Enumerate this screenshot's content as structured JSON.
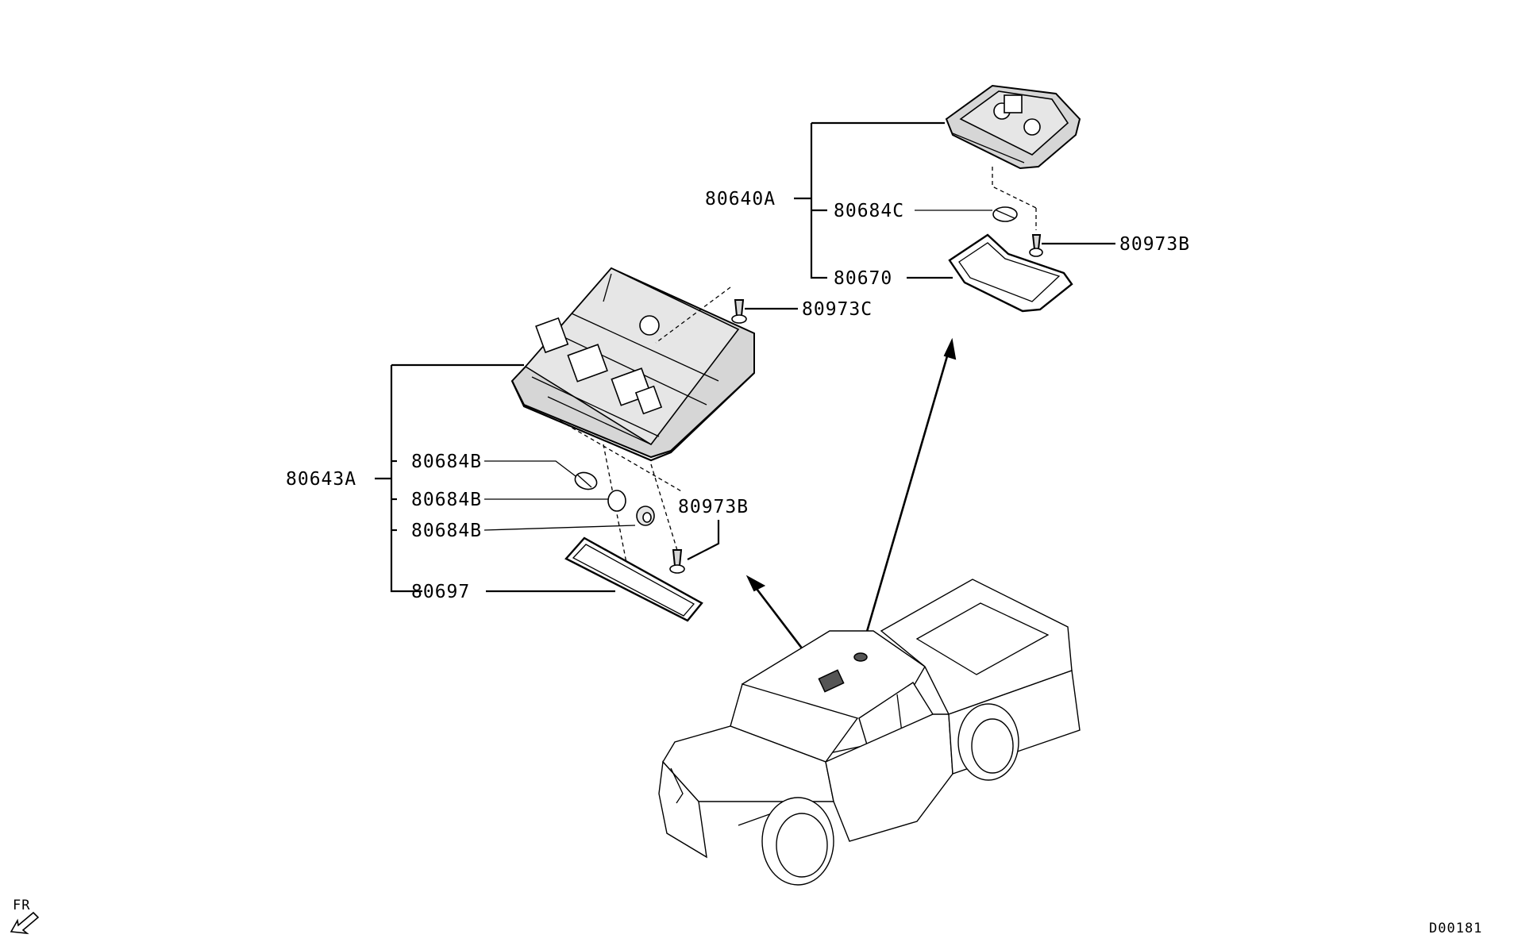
{
  "labels": {
    "assy_front": "80643A",
    "bulb_1": "80684B",
    "bulb_2": "80684B",
    "bulb_3": "80684B",
    "lens_front": "80697",
    "screw_front_top": "80973C",
    "screw_front_bottom": "80973B",
    "assy_rear": "80640A",
    "bulb_rear": "80684C",
    "lens_rear": "80670",
    "screw_rear": "80973B"
  },
  "direction": {
    "text": "FR"
  },
  "diagram_code": "D00181"
}
